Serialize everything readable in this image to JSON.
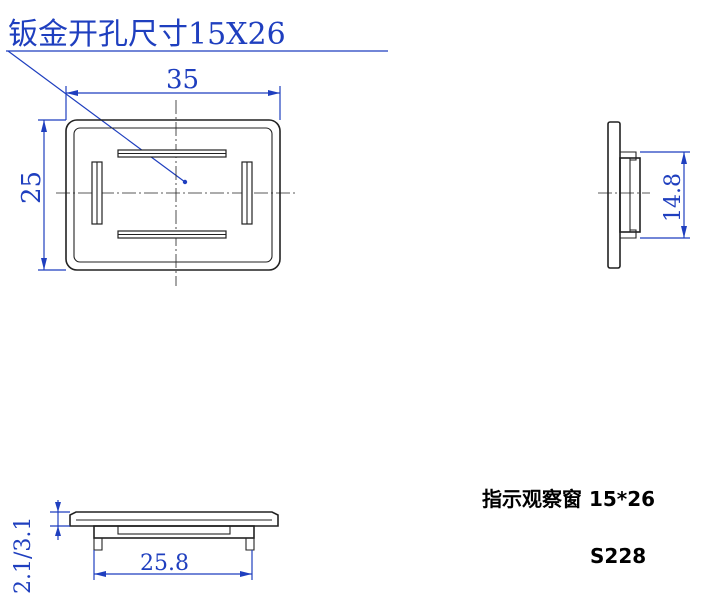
{
  "title": "钣金开孔尺寸15X26",
  "front_view": {
    "width_dim": "35",
    "height_dim": "25"
  },
  "side_view": {
    "height_dim": "14.8"
  },
  "bottom_view": {
    "thickness_dim": "2.1/3.1",
    "width_dim": "25.8"
  },
  "note": {
    "description": "指示观察窗 15*26",
    "part_number": "S228"
  },
  "colors": {
    "dimension": "#1f3fbf",
    "outline": "#222222",
    "note": "#000000"
  }
}
